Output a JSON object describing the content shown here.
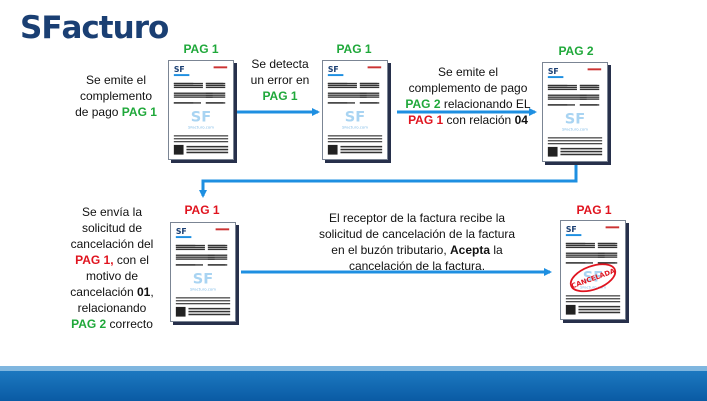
{
  "logo": {
    "sf": "SF",
    "rest": "acturo"
  },
  "colors": {
    "blue_arrow": "#1e8fe1",
    "green": "#1fa83a",
    "red": "#e0141f",
    "navy": "#1a3f73"
  },
  "steps": {
    "step1": {
      "label": "PAG 1",
      "text_lines": [
        "Se emite el",
        "complemento",
        "de pago "
      ],
      "highlight": "PAG 1"
    },
    "step2": {
      "label": "PAG 1",
      "text_lines": [
        "Se detecta",
        "un error en"
      ],
      "highlight": "PAG 1"
    },
    "step3": {
      "label": "PAG 2",
      "line1": "Se emite el",
      "line2": "complemento de pago",
      "line3_hl": "PAG 2",
      "line3_rest": " relacionando EL",
      "line4_hl": "PAG 1",
      "line4_rest": " con relación ",
      "line4_bold": "04"
    },
    "step4": {
      "label": "PAG 1",
      "line1": "Se envía la",
      "line2": "solicitud de",
      "line3": "cancelación del",
      "line4_hl": "PAG 1,",
      "line4_rest": " con el",
      "line5": "motivo de",
      "line6_rest": "cancelación ",
      "line6_bold": "01",
      "line6_end": ",",
      "line7": "relacionando",
      "line8_hl": "PAG 2",
      "line8_rest": " correcto"
    },
    "step5": {
      "label": "PAG 1",
      "line1": "El receptor de la factura recibe la",
      "line2": "solicitud de cancelación de la factura",
      "line3_rest": "en el buzón tributario, ",
      "line3_bold": "Acepta",
      "line3_end": " la",
      "line4": "cancelación de la factura."
    }
  },
  "documents": {
    "watermark": "SF",
    "site": "SFacturo.com",
    "stamp": "CANCELADA"
  }
}
